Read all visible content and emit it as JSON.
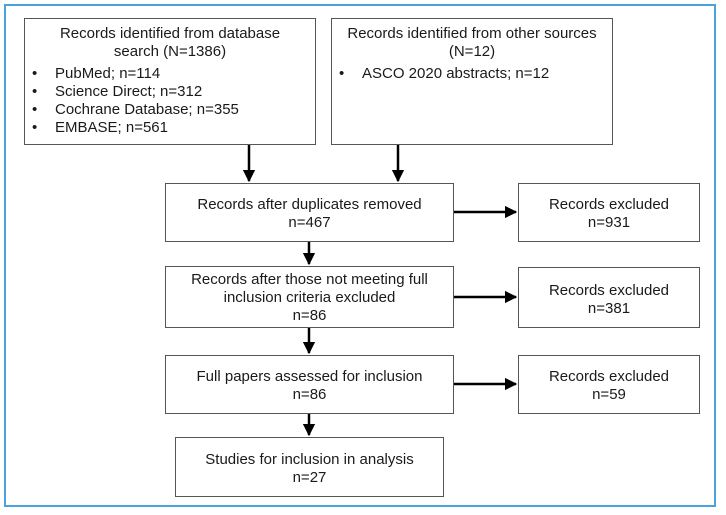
{
  "source_db": {
    "title_lines": [
      "Records identified from database",
      "search (N=1386)"
    ],
    "items": [
      "PubMed; n=114",
      "Science Direct; n=312",
      "Cochrane Database; n=355",
      "EMBASE; n=561"
    ]
  },
  "source_other": {
    "title_lines": [
      "Records identified from other sources",
      "(N=12)"
    ],
    "items": [
      "ASCO 2020 abstracts; n=12"
    ]
  },
  "stage_duplicates": {
    "lines": [
      "Records after duplicates removed",
      "n=467"
    ]
  },
  "excluded_duplicates": {
    "lines": [
      "Records excluded",
      "n=931"
    ]
  },
  "stage_criteria": {
    "lines": [
      "Records after those not meeting full",
      "inclusion criteria excluded",
      "n=86"
    ]
  },
  "excluded_criteria": {
    "lines": [
      "Records excluded",
      "n=381"
    ]
  },
  "stage_fullpapers": {
    "lines": [
      "Full papers assessed for inclusion",
      "n=86"
    ]
  },
  "excluded_fullpapers": {
    "lines": [
      "Records excluded",
      "n=59"
    ]
  },
  "stage_final": {
    "lines": [
      "Studies for inclusion in analysis",
      "n=27"
    ]
  },
  "bullet_glyph": "•",
  "colors": {
    "frame": "#4aa3df",
    "box_border": "#555555",
    "arrow": "#000000"
  }
}
